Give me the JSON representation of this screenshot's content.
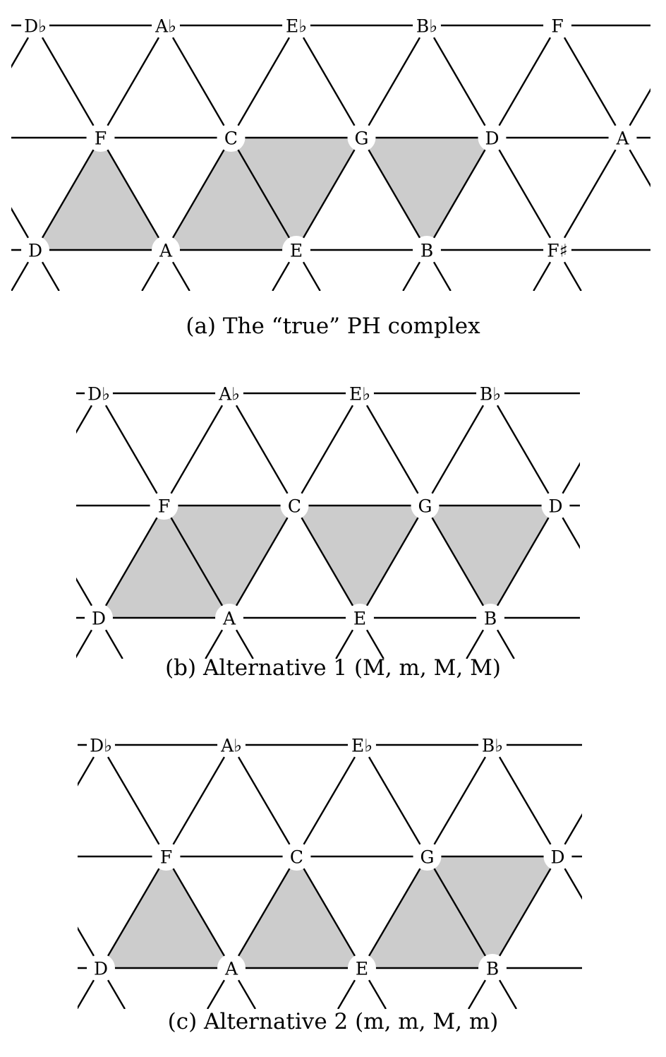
{
  "panels": [
    {
      "id": "a",
      "caption": "(a) The “true” PH complex",
      "rows": [
        [
          "D♭",
          "A♭",
          "E♭",
          "B♭",
          "F"
        ],
        [
          "F",
          "C",
          "G",
          "D",
          "A"
        ],
        [
          "D",
          "A",
          "E",
          "B",
          "F♯"
        ]
      ],
      "shaded_triads": [
        [
          "D",
          "F",
          "A"
        ],
        [
          "A",
          "C",
          "E"
        ],
        [
          "C",
          "E",
          "G"
        ],
        [
          "G",
          "B",
          "D"
        ]
      ]
    },
    {
      "id": "b",
      "caption": "(b) Alternative 1 (M, m, M, M)",
      "rows": [
        [
          "D♭",
          "A♭",
          "E♭",
          "B♭"
        ],
        [
          "F",
          "C",
          "G",
          "D"
        ],
        [
          "D",
          "A",
          "E",
          "B"
        ]
      ],
      "shaded_triads": [
        [
          "D",
          "F",
          "A"
        ],
        [
          "F",
          "A",
          "C"
        ],
        [
          "C",
          "E",
          "G"
        ],
        [
          "G",
          "B",
          "D"
        ]
      ]
    },
    {
      "id": "c",
      "caption": "(c) Alternative 2 (m, m, M, m)",
      "rows": [
        [
          "D♭",
          "A♭",
          "E♭",
          "B♭"
        ],
        [
          "F",
          "C",
          "G",
          "D"
        ],
        [
          "D",
          "A",
          "E",
          "B"
        ]
      ],
      "shaded_triads": [
        [
          "D",
          "F",
          "A"
        ],
        [
          "A",
          "C",
          "E"
        ],
        [
          "E",
          "G",
          "B"
        ],
        [
          "G",
          "B",
          "D"
        ]
      ]
    }
  ]
}
